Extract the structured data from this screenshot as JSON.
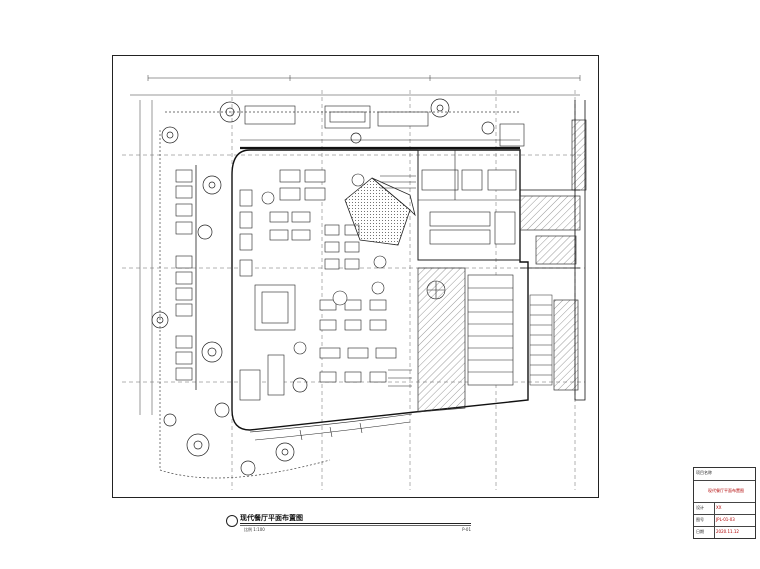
{
  "drawing": {
    "title": "现代餐厅平面布置图",
    "scale_note": "比例 1:100",
    "sheet_ref": "P-01",
    "colors": {
      "line": "#1a1a1a",
      "hatch": "#555555",
      "tree": "#333333",
      "accent_red": "#b00000"
    }
  },
  "title_block": {
    "project_label": "项目名称",
    "project_title": "现代餐厅平面布置图",
    "rows": [
      {
        "label": "设计",
        "value": "XX"
      },
      {
        "label": "图号",
        "value": "JPL-01-03"
      },
      {
        "label": "日期",
        "value": "2020.11.12"
      }
    ]
  },
  "plan": {
    "zones": [
      "dining-hall",
      "kitchen",
      "stairwell",
      "landscape-garden",
      "loading-area"
    ],
    "icons": [
      "tree-icon",
      "stair-icon",
      "table-icon",
      "hatch-area-icon"
    ]
  }
}
